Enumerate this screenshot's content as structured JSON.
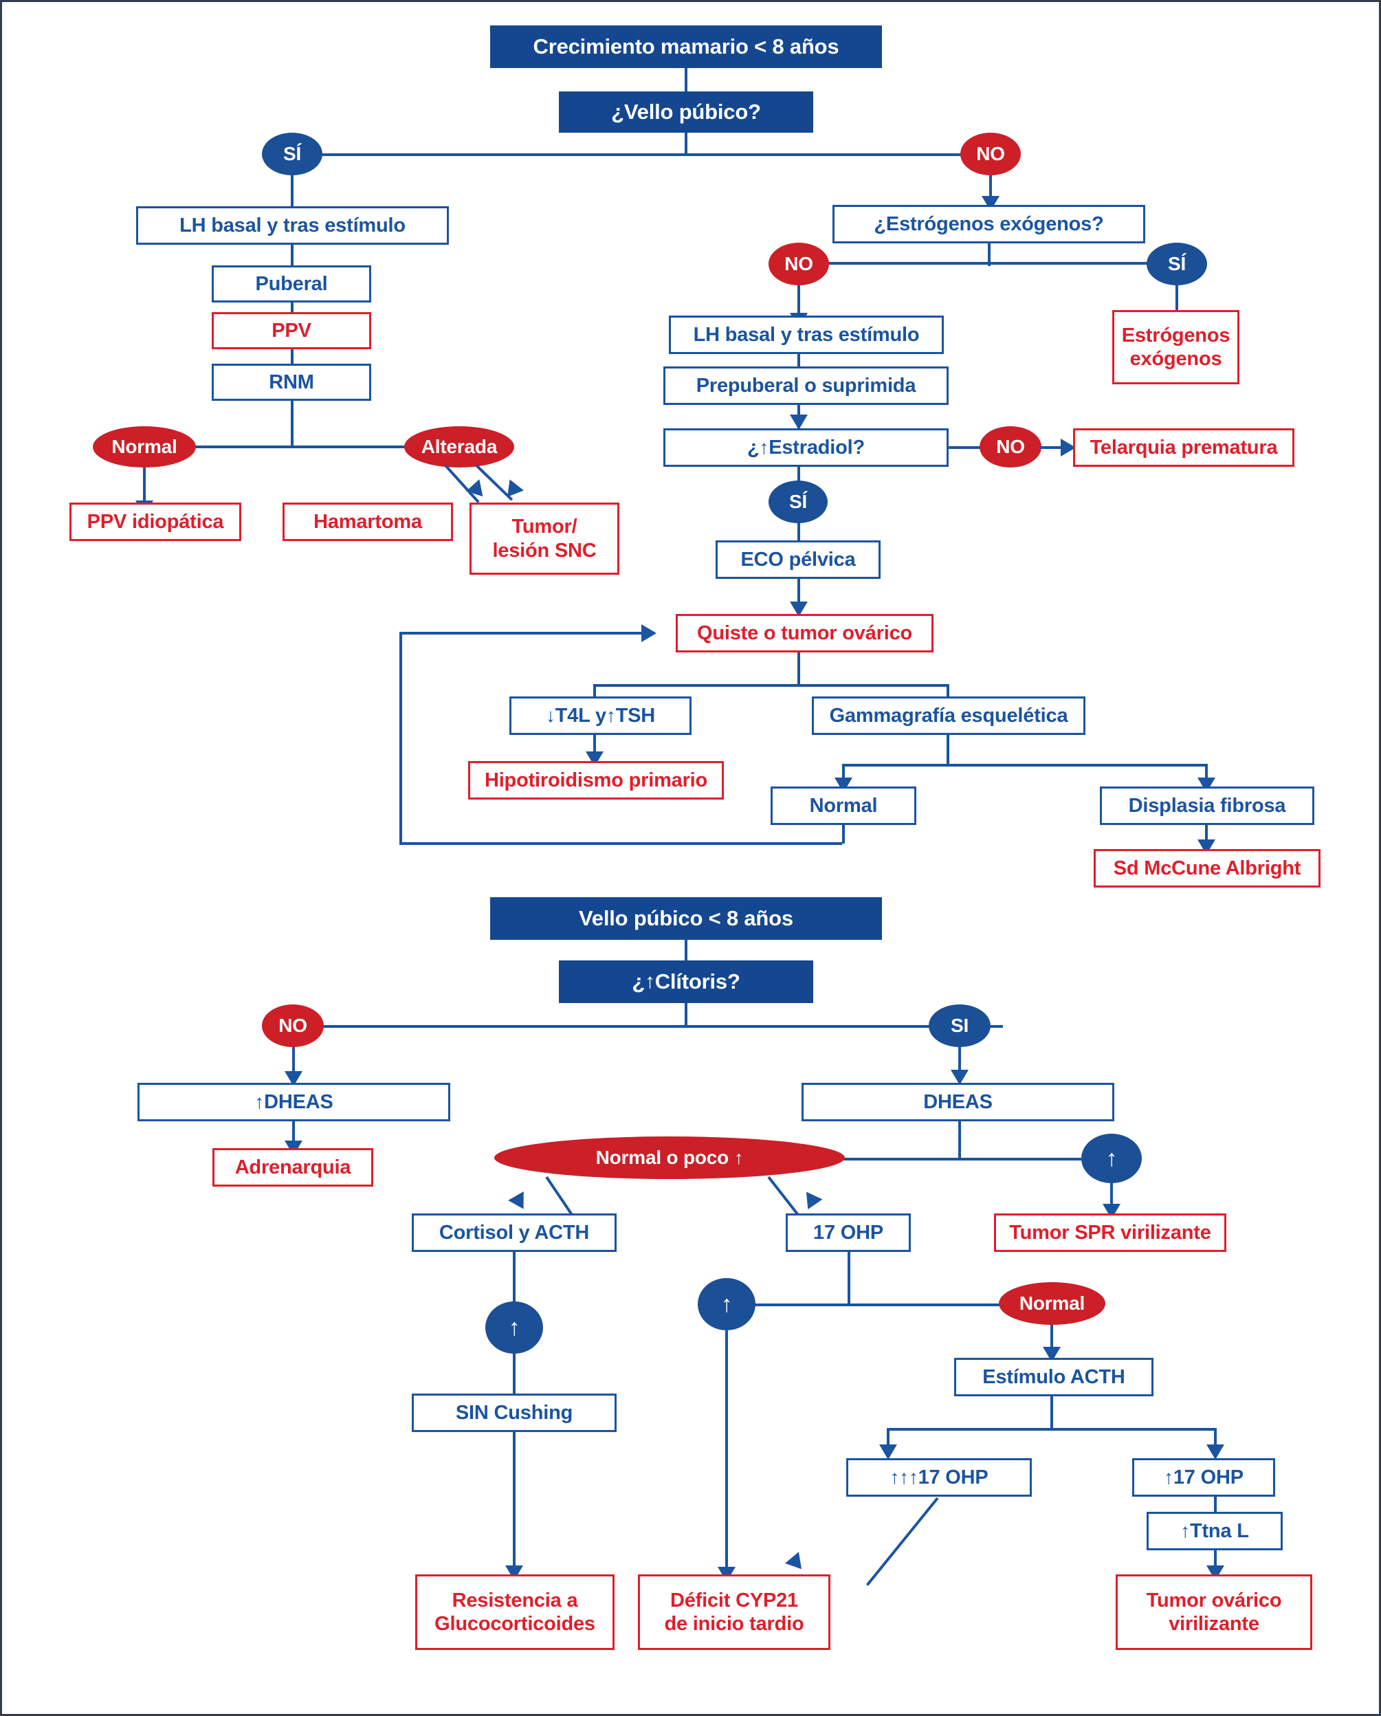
{
  "meta": {
    "title": "Algoritmo diagnóstico de pubertad precoz en la niña",
    "colors": {
      "blue": "#1b54a0",
      "header_blue": "#14478f",
      "red": "#e01e2b",
      "ellipse_red": "#cc1f28",
      "frame": "#343d4b"
    }
  },
  "section_breast": {
    "header": "Crecimiento mamario < 8 años",
    "question": "¿Vello púbico?",
    "yes_label": "SÍ",
    "no_label": "NO",
    "left_branch": {
      "lh": "LH basal y tras estímulo",
      "puberal": "Puberal",
      "ppv": "PPV",
      "rnm": "RNM",
      "normal": "Normal",
      "alterada": "Alterada",
      "ppv_idiopatica": "PPV idiopática",
      "hamartoma": "Hamartoma",
      "tumor_snc": "Tumor/\nlesión SNC"
    },
    "right_branch": {
      "estrogenos_q": "¿Estrógenos exógenos?",
      "no_label": "NO",
      "si_label": "SÍ",
      "estrogenos_exogenos": "Estrógenos\nexógenos",
      "lh": "LH basal y tras estímulo",
      "prepuberal": "Prepuberal o suprimida",
      "estradiol_q_pre": "¿",
      "estradiol_q_post": " Estradiol?",
      "estradiol_no": "NO",
      "telarquia": "Telarquia prematura",
      "estradiol_si": "SÍ",
      "eco": "ECO pélvica",
      "quiste": "Quiste o tumor ovárico",
      "t4l_tsh_a": "T4L y",
      "t4l_tsh_b": "TSH",
      "hipotiroidismo": "Hipotiroidismo primario",
      "gammagrafia": "Gammagrafía esquelética",
      "gamma_normal": "Normal",
      "displasia": "Displasia fibrosa",
      "mccune": "Sd McCune Albright"
    }
  },
  "section_pubic": {
    "header": "Vello púbico < 8 años",
    "question_pre": "¿",
    "question_post": " Clítoris?",
    "no_label": "NO",
    "si_label": "SI",
    "left": {
      "dheas_up": "DHEAS",
      "adrenarquia": "Adrenarquia"
    },
    "right": {
      "dheas": "DHEAS",
      "normal_poco": "Normal o poco",
      "tumor_spr": "Tumor SPR virilizante",
      "cortisol_acth": "Cortisol y ACTH",
      "sin_cushing": "SIN Cushing",
      "resistencia": "Resistencia a\nGlucocorticoides",
      "ohp17": "17 OHP",
      "normal": "Normal",
      "estimulo_acth": "Estímulo ACTH",
      "ohp17_triple": "17 OHP",
      "ohp17_single": "17 OHP",
      "ttna_l": "Ttna L",
      "deficit_cyp21": "Déficit CYP21\nde inicio tardio",
      "tumor_ovarico": "Tumor ovárico\nvirilizante"
    }
  },
  "icons": {
    "arrow_up": "↑",
    "arrow_down": "↓"
  }
}
